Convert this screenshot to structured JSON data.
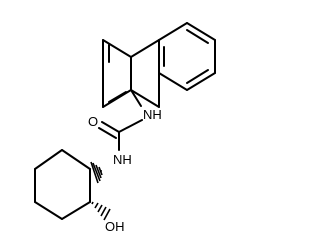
{
  "molecule": {
    "atoms": {
      "amide_o": "O",
      "aryl_nh": "NH",
      "cyclohexyl_nh": "NH",
      "hydroxyl": "OH"
    },
    "stereo": {
      "c1_to_nh": "hash-wedge",
      "c2_to_oh": "hash-wedge"
    }
  }
}
